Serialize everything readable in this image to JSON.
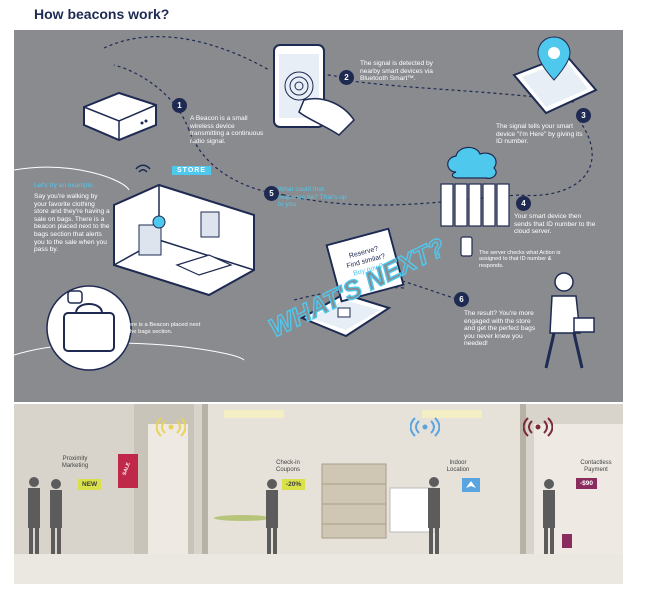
{
  "title": "How beacons work?",
  "steps": {
    "s1": "1",
    "s1_text": "A Beacon is a small wireless device transmitting a continuous radio signal.",
    "s2": "2",
    "s2_text": "The signal is detected by nearby smart devices via Bluetooth Smart™.",
    "s3": "3",
    "s3_text": "The signal tells your smart device \"I'm Here\" by giving its ID number.",
    "s4": "4",
    "s4_text": "Your smart device then sends that ID number to the cloud server.",
    "s4_sub": "The server checks what Action is assigned to that ID number & responds.",
    "s5": "5",
    "s5_text": "What could that response be? That's up to you.",
    "s6": "6",
    "s6_text": "The result? You're more engaged with the store and get the perfect bags you never knew you needed!"
  },
  "example": {
    "heading": "Let's try an example.",
    "body": "Say you're walking by your favorite clothing store and they're having a sale on bags. There is a beacon placed next to the bags section that alerts you to the sale when you pass by.",
    "caption": "There is a Beacon placed next to the bags section."
  },
  "store_label": "STORE",
  "bubble": {
    "line1": "Reserve?",
    "line2": "Find similar?",
    "line3": "Buy now?"
  },
  "whats_next": "WHAT'S NEXT?",
  "mall": {
    "proximity_label": "Proximity\nMarketing",
    "proximity_tag": "NEW",
    "sale_sign": "SALE",
    "checkin_label": "Check-in\nCoupons",
    "checkin_tag": "-20%",
    "indoor_label": "Indoor\nLocation",
    "contactless_label": "Contactless\nPayment",
    "contactless_tag": "-$90"
  },
  "colors": {
    "navy": "#1e2a52",
    "cyan": "#4fc8ee",
    "panel_gray": "#8a8b8f",
    "tag_yellow": "#d8e04a",
    "wifi_yellow": "#e5d35a",
    "wifi_blue": "#5aa5e0",
    "wifi_maroon": "#7a2b3b"
  }
}
